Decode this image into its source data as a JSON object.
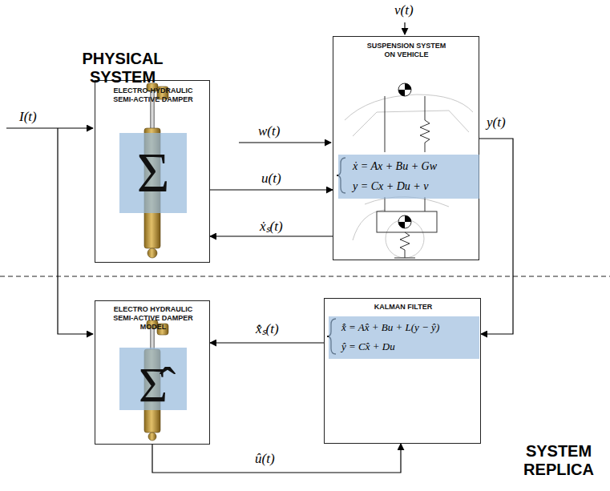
{
  "diagram": {
    "nodes": [
      {
        "text": [
          "ELECTRO-HYDRAULIC SEMI-ACTIVE DAMPER",
          "Σ"
        ]
      },
      {
        "text": [
          "SUSPENSION SYSTEM ON VEHICLE"
        ]
      },
      {
        "text": [
          "ẋ = Ax + Bu + Gw",
          "y = Cx + Du + v"
        ],
        "in": 1
      },
      {
        "text": [
          "ELECTRO HYDRAULIC SEMI-ACTIVE DAMPER MODEL",
          "Σ̂"
        ]
      },
      {
        "text": [
          "KALMAN FILTER"
        ]
      },
      {
        "text": [
          "x̂̇ = Ax̂ + Bu + L(y − ŷ)",
          "ŷ = Cx̂ + Du"
        ],
        "in": 4
      }
    ],
    "edges": [
      {
        "from": 0,
        "to": 1,
        "label": "u(t)",
        "arrow": "to"
      },
      {
        "from": 1,
        "to": 0,
        "label": "ẋₛ(t)",
        "arrow": "to"
      },
      {
        "from": 1,
        "to": 4,
        "label": "y(t)",
        "arrow": "to"
      },
      {
        "from": 4,
        "to": 3,
        "label": "x̂̇ₛ(t)",
        "arrow": "to"
      },
      {
        "from": 3,
        "to": 4,
        "label": "û(t)",
        "arrow": "to"
      }
    ],
    "labels": [
      "PHYSICAL SYSTEM",
      "I(t)",
      "w(t)",
      "v(t)",
      "SYSTEM REPLICA"
    ]
  }
}
